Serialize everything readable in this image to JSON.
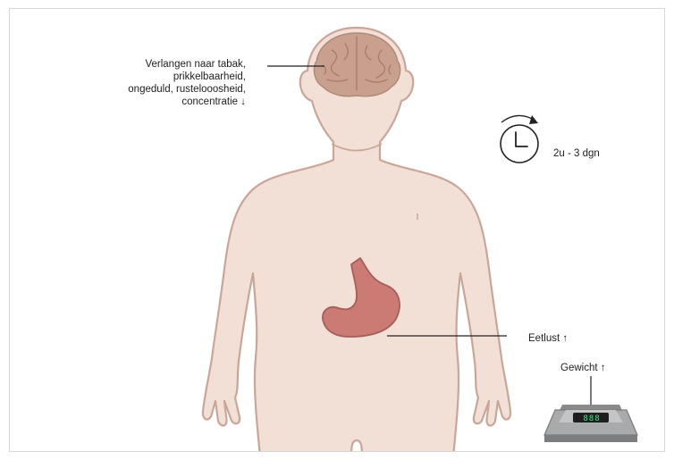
{
  "annotations": {
    "brain": {
      "lines": [
        "Verlangen naar tabak,",
        "prikkelbaarheid,",
        "ongeduld, rustelooosheid,",
        "concentratie ↓"
      ]
    },
    "duration": "2u - 3 dgn",
    "appetite": "Eetlust ↑",
    "weight": "Gewicht ↑"
  },
  "scale_display": "888",
  "colors": {
    "skin": "#f2dfd6",
    "skin_outline": "#c9a698",
    "brain": "#c9a08e",
    "stomach": "#cc7b74",
    "line": "#222222"
  },
  "icons": [
    "brain-icon",
    "clock-icon",
    "stomach-icon",
    "scale-icon"
  ]
}
